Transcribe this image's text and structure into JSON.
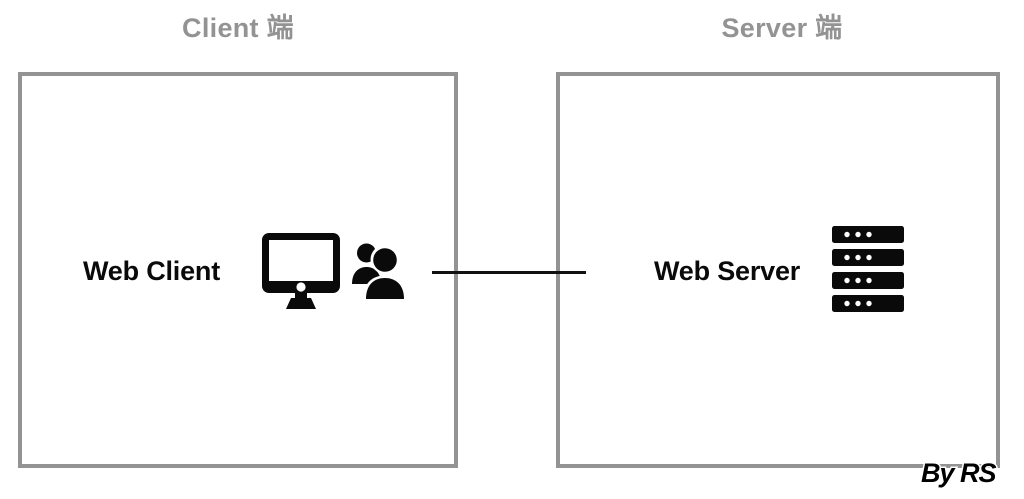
{
  "diagram": {
    "title_client": "Client 端",
    "title_server": "Server 端",
    "client_node_label": "Web Client",
    "server_node_label": "Web Server",
    "connector_label": "",
    "watermark": "By RS",
    "icons": {
      "monitor": "desktop-monitor-icon",
      "people": "users-group-icon",
      "server": "server-rack-icon"
    },
    "colors": {
      "box_border": "#939393",
      "title_text": "#939393",
      "node_text": "#0a0a0a",
      "connector": "#111111",
      "background": "#ffffff"
    },
    "server_rack": {
      "unit_count": 4,
      "leds_per_unit": 3
    }
  }
}
